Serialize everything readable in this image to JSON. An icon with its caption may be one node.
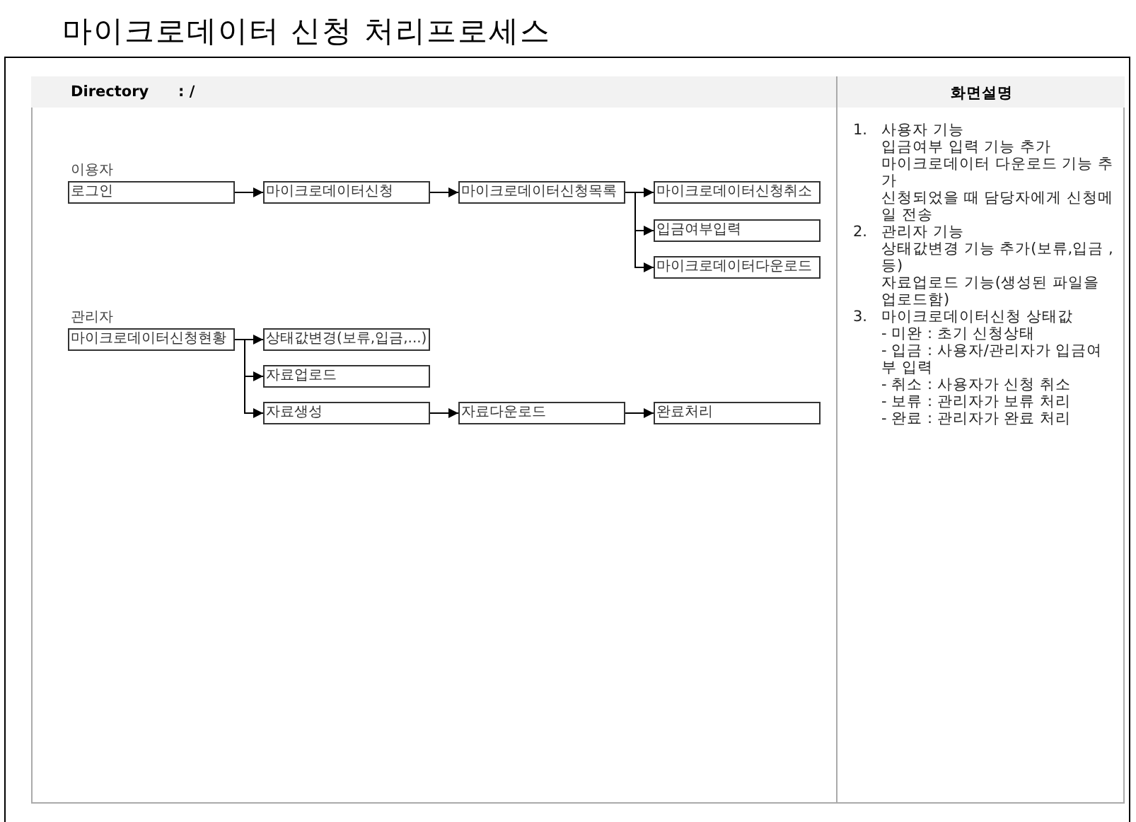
{
  "diagram": {
    "title": "마이크로데이터 신청 처리프로세스",
    "nodes": [
      {
        "text": [
          "로그인"
        ]
      },
      {
        "text": [
          "마이크로데이터신청"
        ]
      },
      {
        "text": [
          "마이크로데이터신청목록"
        ]
      },
      {
        "text": [
          "마이크로데이터신청취소"
        ]
      },
      {
        "text": [
          "입금여부입력"
        ]
      },
      {
        "text": [
          "마이크로데이터다운로드"
        ]
      },
      {
        "text": [
          "마이크로데이터신청현황"
        ]
      },
      {
        "text": [
          "상태값변경(보류,입금,...)"
        ]
      },
      {
        "text": [
          "자료업로드"
        ]
      },
      {
        "text": [
          "자료생성"
        ]
      },
      {
        "text": [
          "자료다운로드"
        ]
      },
      {
        "text": [
          "완료처리"
        ]
      }
    ],
    "edges": [
      {
        "from": 0,
        "to": 1,
        "arrow": "to"
      },
      {
        "from": 1,
        "to": 2,
        "arrow": "to"
      },
      {
        "from": 2,
        "to": 3,
        "arrow": "to"
      },
      {
        "from": 2,
        "to": 4,
        "arrow": "to"
      },
      {
        "from": 2,
        "to": 5,
        "arrow": "to"
      },
      {
        "from": 6,
        "to": 7,
        "arrow": "to"
      },
      {
        "from": 6,
        "to": 8,
        "arrow": "to"
      },
      {
        "from": 6,
        "to": 9,
        "arrow": "to"
      },
      {
        "from": 9,
        "to": 10,
        "arrow": "to"
      },
      {
        "from": 10,
        "to": 11,
        "arrow": "to"
      }
    ],
    "labels": [
      "Directory",
      ": /",
      "화면설명",
      "이용자",
      "관리자",
      "1.",
      "사용자 기능",
      "입금여부 입력 기능 추가",
      "마이크로데이터 다운로드 기능 추가",
      "신청되었을 때 담당자에게 신청메일 전송",
      "2.",
      "관리자 기능",
      "상태값변경 기능 추가(보류,입금 , 등)",
      "자료업로드 기능(생성된 파일을 업로드함)",
      "3.",
      "마이크로데이터신청 상태값",
      "- 미완 : 초기 신청상태",
      "- 입금 : 사용자/관리자가 입금여부 입력",
      "- 취소 : 사용자가 신청 취소",
      "- 보류 : 관리자가 보류 처리",
      "- 완료 : 관리자가 완료 처리"
    ]
  }
}
